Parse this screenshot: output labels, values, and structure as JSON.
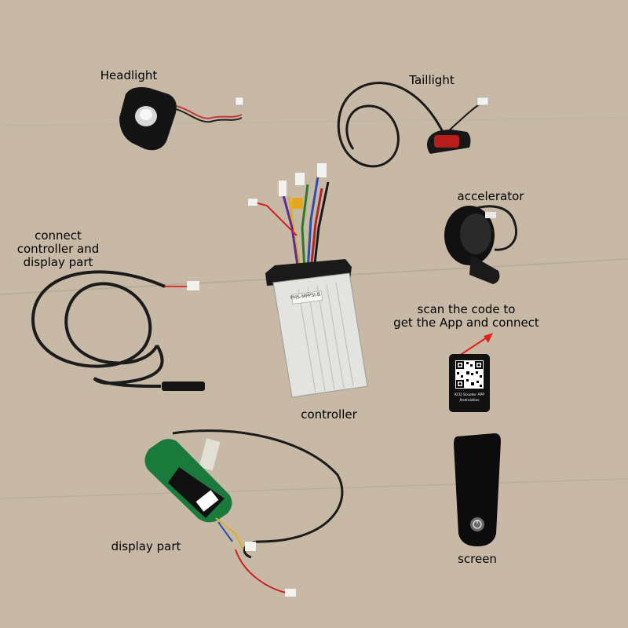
{
  "labels": {
    "headlight": "Headlight",
    "taillight": "Taillight",
    "accelerator": "accelerator",
    "connect_line1": "connect",
    "connect_line2": "controller and",
    "connect_line3": "display part",
    "scan_line1": "scan the code to",
    "scan_line2": "get the App and connect",
    "controller": "controller",
    "display_part": "display part",
    "screen": "screen"
  },
  "qr_card": {
    "app_name": "KCQ Scooter APP",
    "platform": "Android/ios"
  },
  "controller_sticker": {
    "model": "PHS-MPPSI.B"
  },
  "colors": {
    "background": "#c7b9a6",
    "cable": "#1a1a1a",
    "arrow": "#e0201a"
  }
}
